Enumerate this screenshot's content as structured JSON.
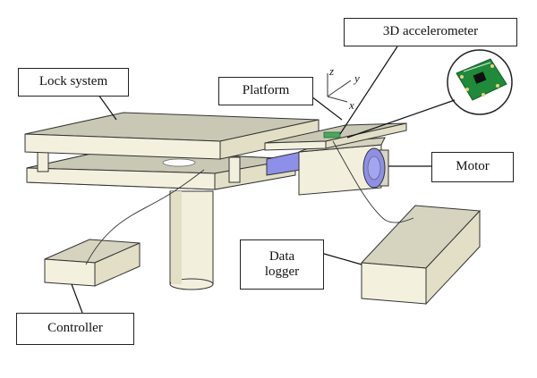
{
  "labels": {
    "lock_system": "Lock system",
    "platform": "Platform",
    "accelerometer": "3D accelerometer",
    "motor": "Motor",
    "data_logger_line1": "Data",
    "data_logger_line2": "logger",
    "controller": "Controller"
  },
  "axes": {
    "z": "z",
    "y": "y",
    "x": "x"
  },
  "inset": {
    "icon": "accelerometer-chip-icon"
  },
  "colors": {
    "block_top": "#f1efdc",
    "block_side": "#e6e3c8",
    "plate_top": "#c9c8b5",
    "motor_blue": "#8e8fe8",
    "chip_green": "#1f8a3a"
  }
}
